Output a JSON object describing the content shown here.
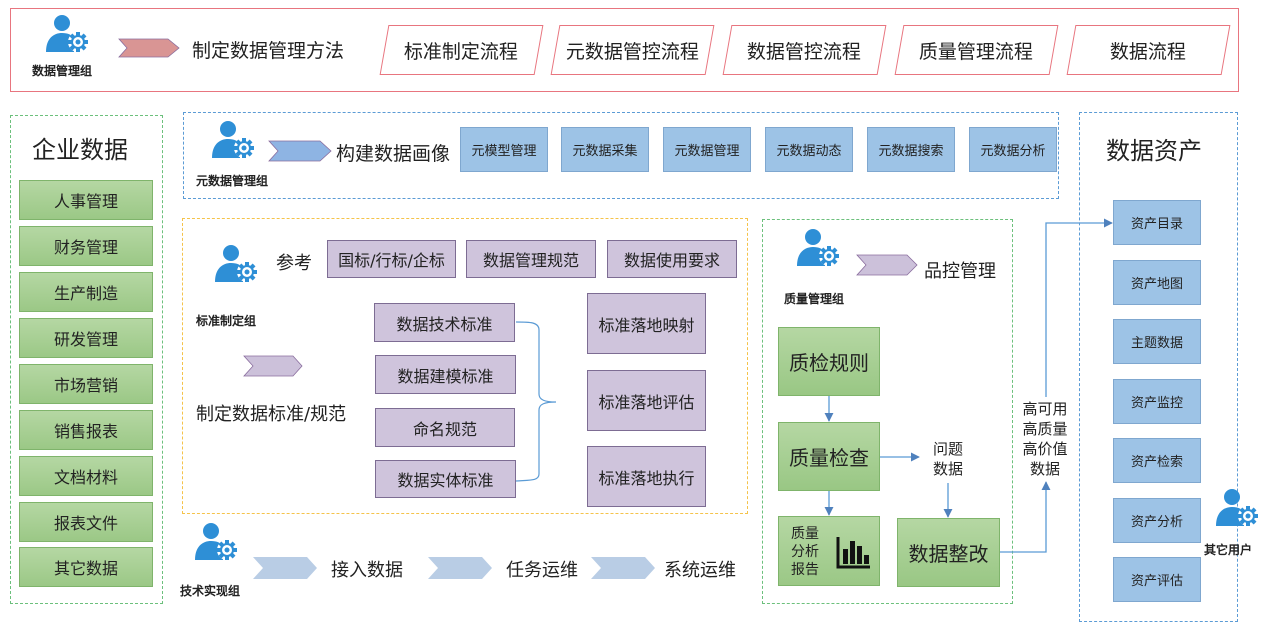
{
  "top_band": {
    "group_label": "数据管理组",
    "action_label": "制定数据管理方法",
    "arrow_color": "#d99594",
    "processes": [
      "标准制定流程",
      "元数据管控流程",
      "数据管控流程",
      "质量管理流程",
      "数据流程"
    ]
  },
  "enterprise_data": {
    "title": "企业数据",
    "items": [
      "人事管理",
      "财务管理",
      "生产制造",
      "研发管理",
      "市场营销",
      "销售报表",
      "文档材料",
      "报表文件",
      "其它数据"
    ]
  },
  "metadata_band": {
    "group_label": "元数据管理组",
    "action_label": "构建数据画像",
    "arrow_color": "#8eb4e3",
    "modules": [
      "元模型管理",
      "元数据采集",
      "元数据管理",
      "元数据动态",
      "元数据搜索",
      "元数据分析"
    ]
  },
  "standards_band": {
    "group_label": "标准制定组",
    "reference_label": "参考",
    "references": [
      "国标/行标/企标",
      "数据管理规范",
      "数据使用要求"
    ],
    "action_label": "制定数据标准/规范",
    "arrow_color": "#ccc1da",
    "standards": [
      "数据技术标准",
      "数据建模标准",
      "命名规范",
      "数据实体标准"
    ],
    "landing": [
      "标准落地映射",
      "标准落地评估",
      "标准落地执行"
    ]
  },
  "tech_band": {
    "group_label": "技术实现组",
    "steps": [
      "接入数据",
      "任务运维",
      "系统运维"
    ],
    "arrow_color": "#b9cde5"
  },
  "quality_band": {
    "group_label": "质量管理组",
    "action_label": "品控管理",
    "arrow_color": "#ccc1da",
    "rules": "质检规则",
    "check": "质量检查",
    "problem_data": [
      "问题",
      "数据"
    ],
    "report": [
      "质量",
      "分析",
      "报告"
    ],
    "report_icon": "bar-chart-icon",
    "rectify": "数据整改",
    "output_label": [
      "高可用",
      "高质量",
      "高价值",
      "数据"
    ]
  },
  "data_assets": {
    "title": "数据资产",
    "items": [
      "资产目录",
      "资产地图",
      "主题数据",
      "资产监控",
      "资产检索",
      "资产分析",
      "资产评估"
    ],
    "user_label": "其它用户"
  },
  "colors": {
    "frame_red": "#e8757f",
    "green_box": "#a9d08e",
    "blue_box": "#9dc3e6",
    "purple_box": "#cfc4dc",
    "user_icon": "#2e8fd6"
  }
}
